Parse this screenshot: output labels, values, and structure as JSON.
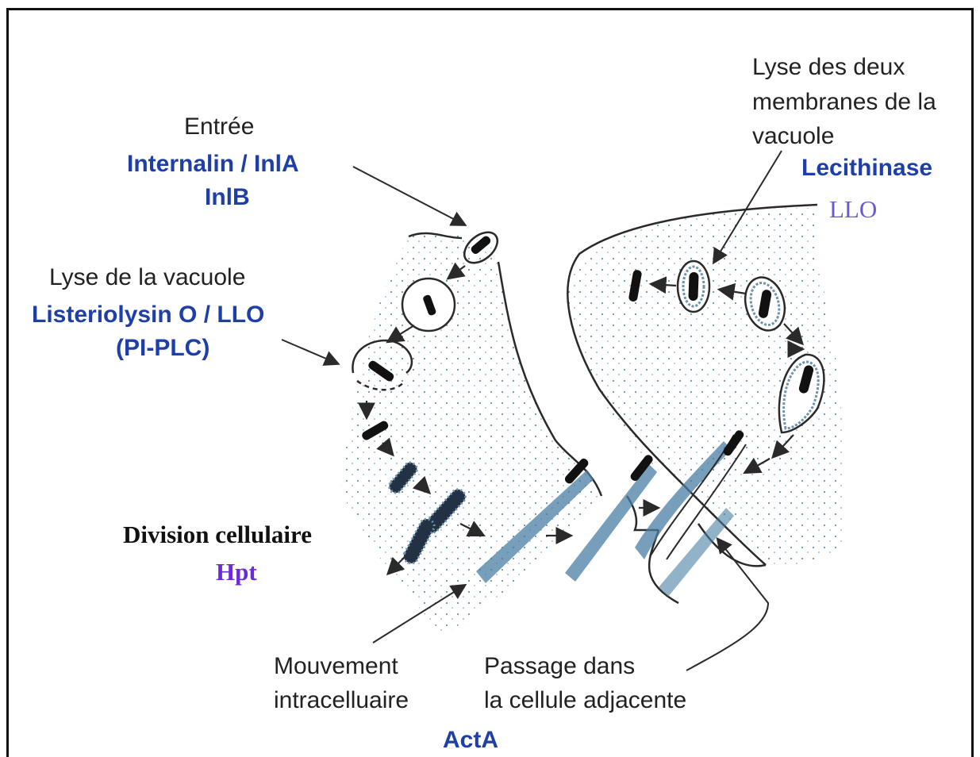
{
  "labels": {
    "entry": {
      "title": "Entrée",
      "factor_1": "Internalin / InlA",
      "factor_2": "InlB"
    },
    "vacuole_lysis": {
      "title": "Lyse de la vacuole",
      "factor_1": "Listeriolysin O / LLO",
      "factor_2": "(PI-PLC)"
    },
    "double_lysis": {
      "line_1": "Lyse des deux",
      "line_2": "membranes de la",
      "line_3": "vacuole",
      "factor_1": "Lecithinase",
      "factor_2": "LLO"
    },
    "division": {
      "title": "Division cellulaire",
      "factor": "Hpt"
    },
    "movement": {
      "line_1": "Mouvement",
      "line_2": "intracelluaire",
      "factor": "ActA"
    },
    "passage": {
      "line_1": "Passage dans",
      "line_2": "la cellule adjacente"
    }
  },
  "colors": {
    "factor_blue": "#1f3fa8",
    "llo_violet": "#6a5acd",
    "hpt_violet": "#6a2bd9",
    "line": "#2a2a2a",
    "actin": "#4a7ea3"
  }
}
